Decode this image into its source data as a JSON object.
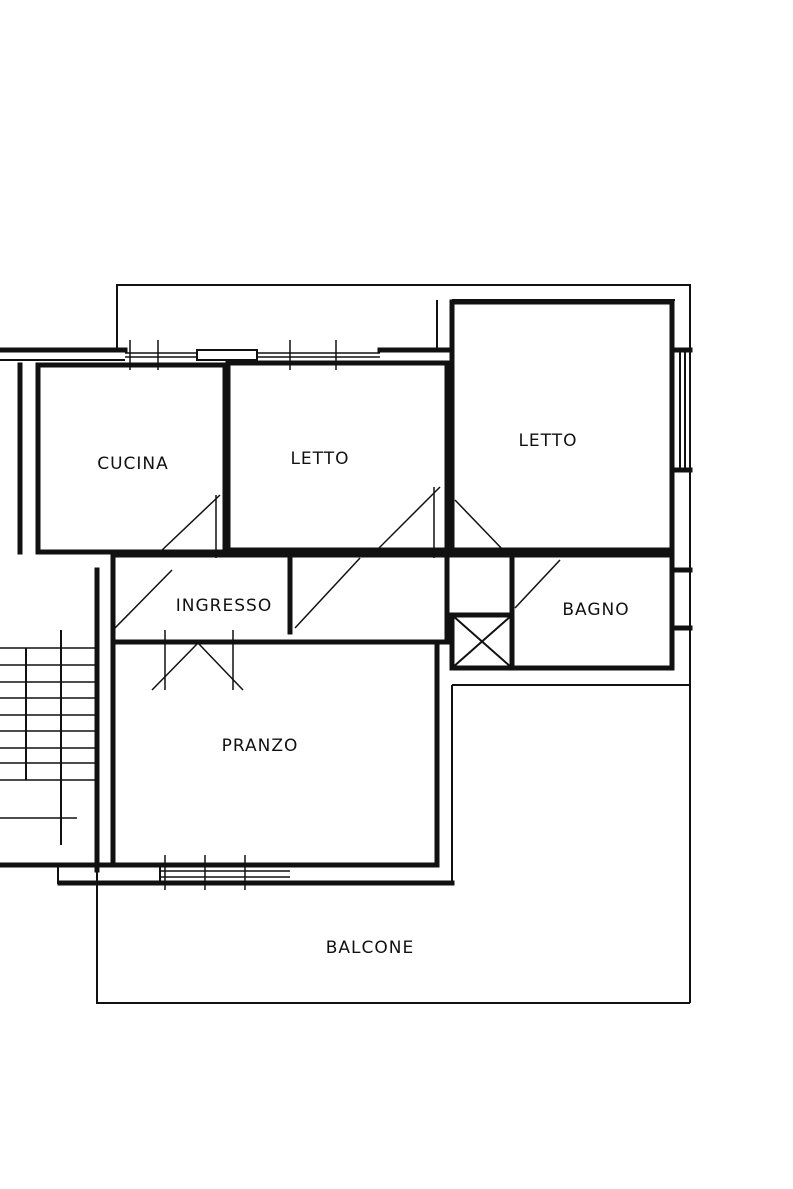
{
  "plan": {
    "rooms": {
      "cucina": "CUCINA",
      "letto_1": "LETTO",
      "letto_2": "LETTO",
      "ingresso": "INGRESSO",
      "bagno": "BAGNO",
      "pranzo": "PRANZO",
      "balcone": "BALCONE"
    }
  }
}
